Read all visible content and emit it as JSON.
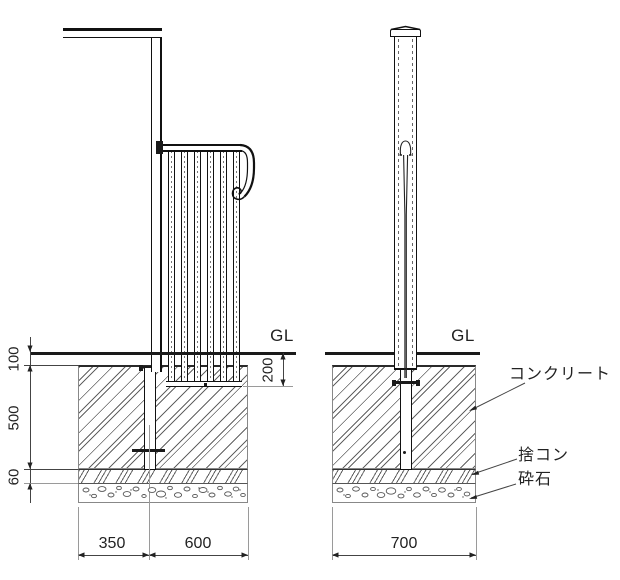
{
  "left_view": {
    "gl": "GL",
    "dim_gl_to_concrete": "100",
    "dim_concrete_depth": "500",
    "dim_lean_thickness": "60",
    "dim_fence_embed": "200",
    "dim_width_a": "350",
    "dim_width_b": "600"
  },
  "right_view": {
    "gl": "GL",
    "dim_width": "700",
    "labels": {
      "concrete": "コンクリート",
      "lean_concrete": "捨コン",
      "crushed_stone": "砕石"
    }
  }
}
